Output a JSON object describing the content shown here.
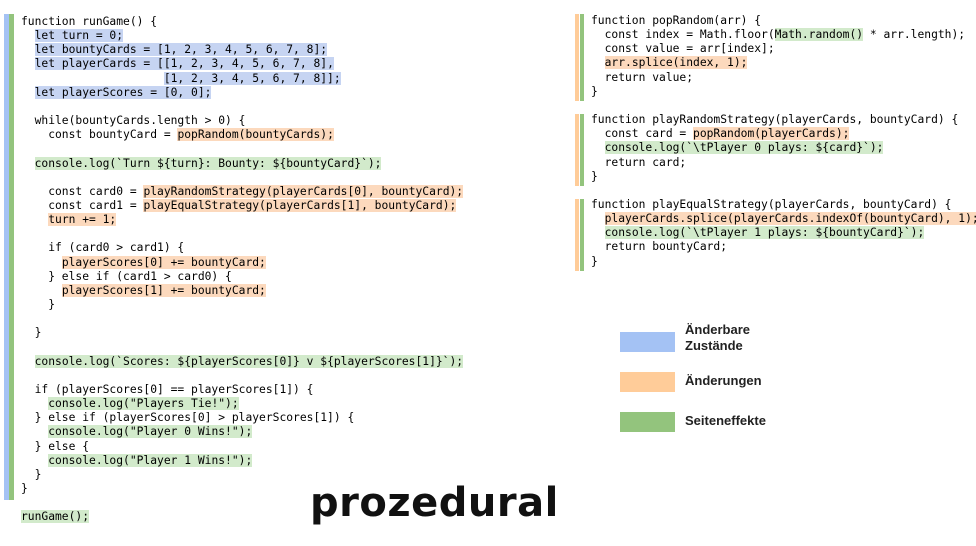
{
  "colors": {
    "mutable_state": "#a4c2f4",
    "mutations": "#ffcc99",
    "side_effects": "#93c47d",
    "mutable_state_highlight": "#c6d4f2",
    "mutations_highlight": "#fcd9bd",
    "side_effects_highlight": "#d2eacb"
  },
  "title": "prozedural",
  "legend": [
    {
      "label_line1": "Änderbare",
      "label_line2": "Zustände",
      "color": "#a4c2f4"
    },
    {
      "label_line1": "Änderungen",
      "label_line2": "",
      "color": "#ffcc99"
    },
    {
      "label_line1": "Seiteneffekte",
      "label_line2": "",
      "color": "#93c47d"
    }
  ],
  "left_code": [
    {
      "text": "function runGame() {",
      "hl": ""
    },
    {
      "text": "  let turn = 0;",
      "hl": "blue"
    },
    {
      "text": "  let bountyCards = [1, 2, 3, 4, 5, 6, 7, 8];",
      "hl": "blue"
    },
    {
      "text": "  let playerCards = [[1, 2, 3, 4, 5, 6, 7, 8],",
      "hl": "blue"
    },
    {
      "text": "                     [1, 2, 3, 4, 5, 6, 7, 8]];",
      "hl": "blue"
    },
    {
      "text": "  let playerScores = [0, 0];",
      "hl": "blue"
    },
    {
      "text": "",
      "hl": ""
    },
    {
      "text": "  while(bountyCards.length > 0) {",
      "hl": ""
    },
    {
      "text": "    const bountyCard = popRandom(bountyCards);",
      "hl": "partial-orange"
    },
    {
      "text": "",
      "hl": ""
    },
    {
      "text": "  console.log(`Turn ${turn}: Bounty: ${bountyCard}`);",
      "hl": "green"
    },
    {
      "text": "",
      "hl": ""
    },
    {
      "text": "    const card0 = playRandomStrategy(playerCards[0], bountyCard);",
      "hl": "partial-orange"
    },
    {
      "text": "    const card1 = playEqualStrategy(playerCards[1], bountyCard);",
      "hl": "partial-orange"
    },
    {
      "text": "    turn += 1;",
      "hl": "orange"
    },
    {
      "text": "",
      "hl": ""
    },
    {
      "text": "    if (card0 > card1) {",
      "hl": ""
    },
    {
      "text": "      playerScores[0] += bountyCard;",
      "hl": "orange"
    },
    {
      "text": "    } else if (card1 > card0) {",
      "hl": ""
    },
    {
      "text": "      playerScores[1] += bountyCard;",
      "hl": "orange"
    },
    {
      "text": "    }",
      "hl": ""
    },
    {
      "text": "",
      "hl": ""
    },
    {
      "text": "  }",
      "hl": ""
    },
    {
      "text": "",
      "hl": ""
    },
    {
      "text": "  console.log(`Scores: ${playerScores[0]} v ${playerScores[1]}`);",
      "hl": "green"
    },
    {
      "text": "",
      "hl": ""
    },
    {
      "text": "  if (playerScores[0] == playerScores[1]) {",
      "hl": ""
    },
    {
      "text": "    console.log(\"Players Tie!\");",
      "hl": "green"
    },
    {
      "text": "  } else if (playerScores[0] > playerScores[1]) {",
      "hl": ""
    },
    {
      "text": "    console.log(\"Player 0 Wins!\");",
      "hl": "green"
    },
    {
      "text": "  } else {",
      "hl": ""
    },
    {
      "text": "    console.log(\"Player 1 Wins!\");",
      "hl": "green"
    },
    {
      "text": "  }",
      "hl": ""
    },
    {
      "text": "}",
      "hl": ""
    },
    {
      "text": "",
      "hl": ""
    },
    {
      "text": "runGame();",
      "hl": "green"
    }
  ],
  "right_code": [
    {
      "text": "function popRandom(arr) {",
      "hl": ""
    },
    {
      "text": "  const index = Math.floor(Math.random() * arr.length);",
      "hl": "partial-green"
    },
    {
      "text": "  const value = arr[index];",
      "hl": ""
    },
    {
      "text": "  arr.splice(index, 1);",
      "hl": "orange"
    },
    {
      "text": "  return value;",
      "hl": ""
    },
    {
      "text": "}",
      "hl": ""
    },
    {
      "text": "",
      "hl": ""
    },
    {
      "text": "function playRandomStrategy(playerCards, bountyCard) {",
      "hl": ""
    },
    {
      "text": "  const card = popRandom(playerCards);",
      "hl": "partial-orange-right"
    },
    {
      "text": "  console.log(`\\tPlayer 0 plays: ${card}`);",
      "hl": "green"
    },
    {
      "text": "  return card;",
      "hl": ""
    },
    {
      "text": "}",
      "hl": ""
    },
    {
      "text": "",
      "hl": ""
    },
    {
      "text": "function playEqualStrategy(playerCards, bountyCard) {",
      "hl": ""
    },
    {
      "text": "  playerCards.splice(playerCards.indexOf(bountyCard), 1);",
      "hl": "orange"
    },
    {
      "text": "  console.log(`\\tPlayer 1 plays: ${bountyCard}`);",
      "hl": "green"
    },
    {
      "text": "  return bountyCard;",
      "hl": ""
    },
    {
      "text": "}",
      "hl": ""
    }
  ]
}
